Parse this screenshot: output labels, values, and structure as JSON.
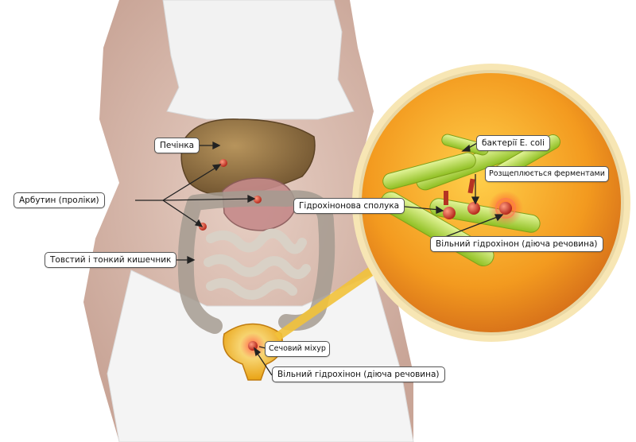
{
  "labels": {
    "liver": "Печінка",
    "arbutin": "Арбутин (проліки)",
    "intestine": "Товстий і тонкий кишечник",
    "ecoli": "бактерії E. coli",
    "enzymes": "Розщеплюється ферментами",
    "hydroquinone_compound": "Гідрохінонова сполука",
    "free_hq_inset": "Вільний гідрохінон (діюча речовина)",
    "bladder": "Сечовий міхур",
    "free_hq_bladder": "Вільний гідрохінон (діюча речовина)"
  },
  "colors": {
    "inset_orange": "#f08c1e",
    "molecule_red": "#d23a2a",
    "bacteria_green": "#b5d832",
    "liver_brown": "#8a6a3c",
    "bladder_yellow": "#f2b820"
  }
}
